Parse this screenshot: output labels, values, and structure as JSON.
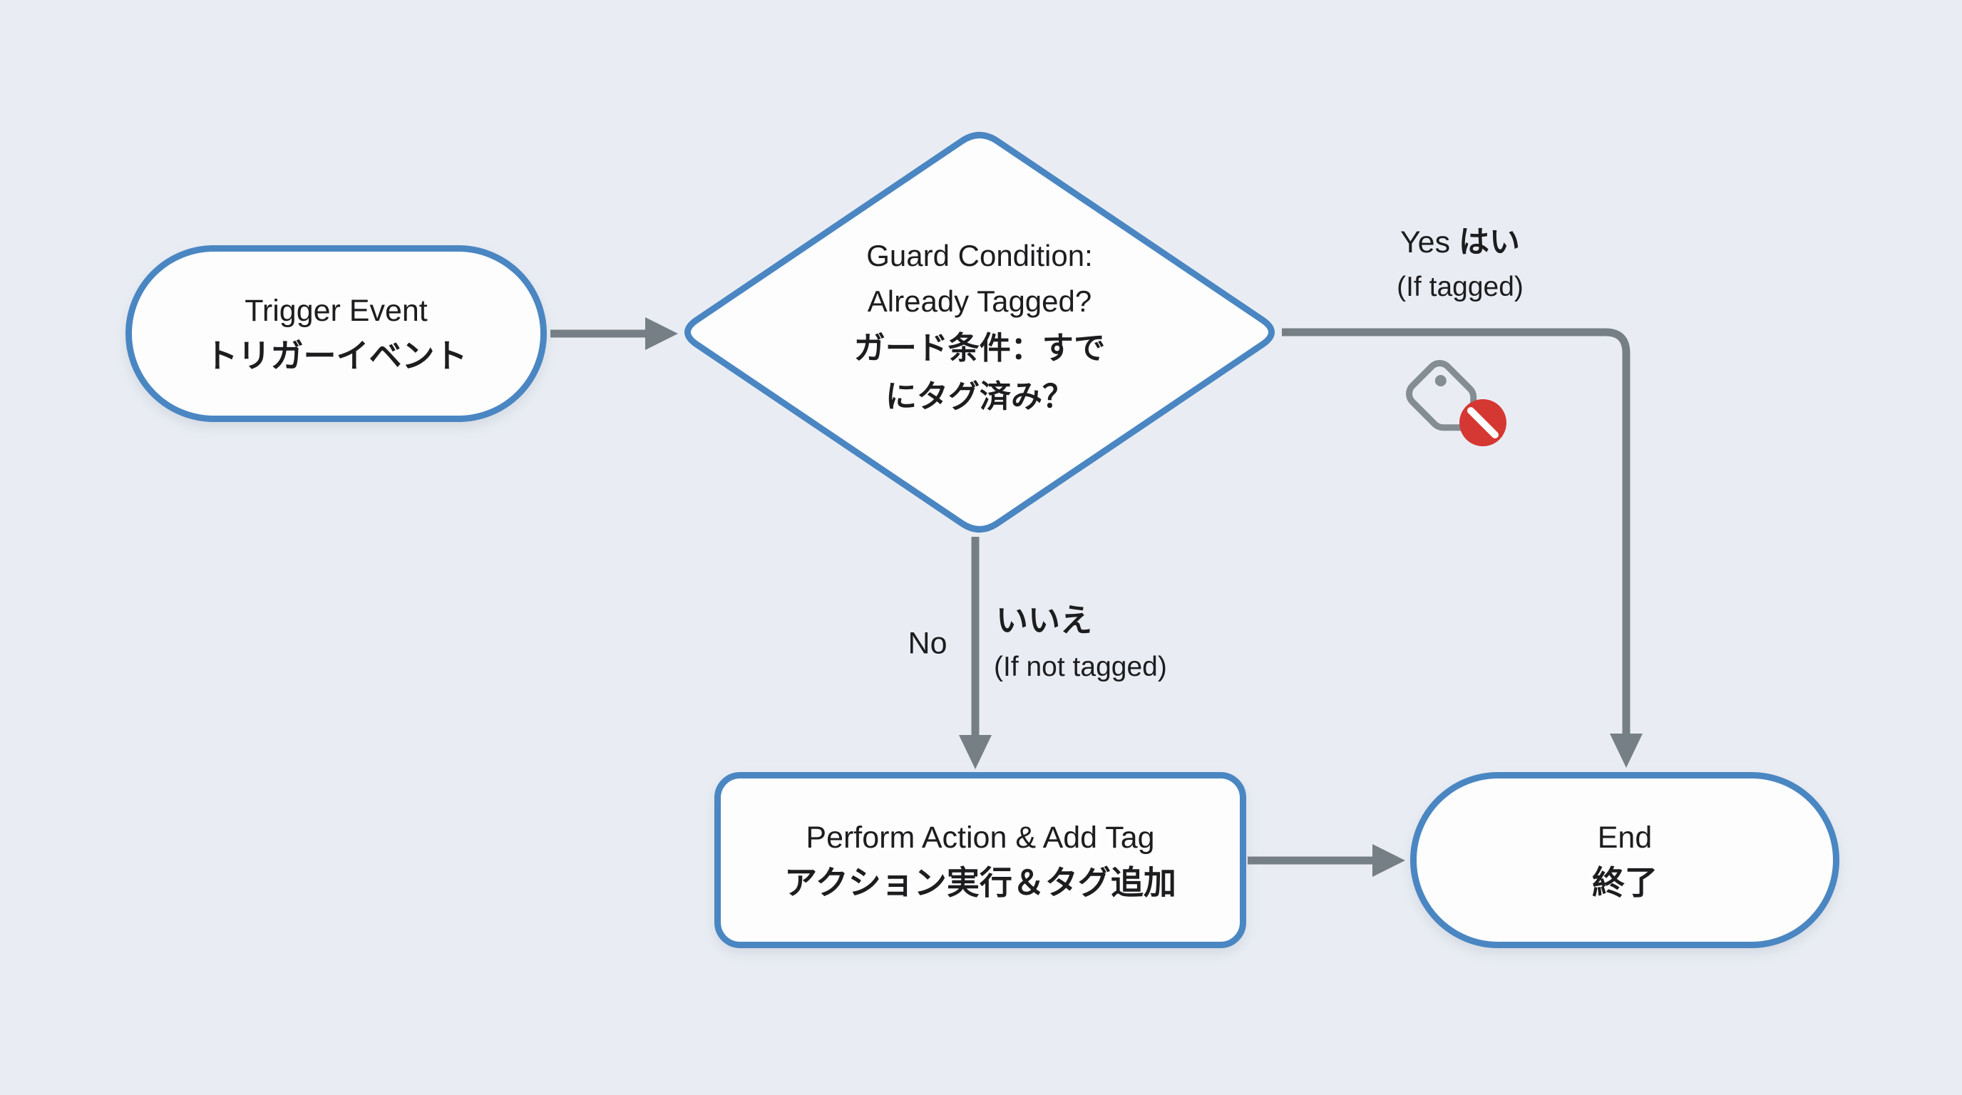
{
  "diagram": {
    "type": "flowchart",
    "background_color": "#e9edf3",
    "node_fill": "#fdfdfe",
    "node_border_color": "#4a86c2",
    "connector_color": "#767f86",
    "text_color": "#1d1d1f",
    "nodes": {
      "trigger": {
        "shape": "stadium",
        "label_en": "Trigger Event",
        "label_ja": "トリガーイベント"
      },
      "guard": {
        "shape": "diamond",
        "label_en_line1": "Guard Condition:",
        "label_en_line2": "Already Tagged?",
        "label_ja_line1": "ガード条件：すで",
        "label_ja_line2": "にタグ済み？"
      },
      "action": {
        "shape": "rounded-rect",
        "label_en": "Perform Action & Add Tag",
        "label_ja": "アクション実行＆タグ追加"
      },
      "end": {
        "shape": "stadium",
        "label_en": "End",
        "label_ja": "終了"
      }
    },
    "edges": {
      "trigger_to_guard": {
        "from": "trigger",
        "to": "guard"
      },
      "guard_yes": {
        "from": "guard",
        "to": "end",
        "label_en": "Yes",
        "label_ja": "はい",
        "sublabel": "(If tagged)"
      },
      "guard_no": {
        "from": "guard",
        "to": "action",
        "label_en": "No",
        "label_ja": "いいえ",
        "sublabel": "(If not tagged)"
      },
      "action_to_end": {
        "from": "action",
        "to": "end"
      }
    },
    "icons": {
      "tag_blocked": {
        "name": "tag-blocked-icon",
        "tag_color": "#838d93",
        "prohibit_color": "#d53732",
        "slash_color": "#ffffff"
      }
    }
  }
}
